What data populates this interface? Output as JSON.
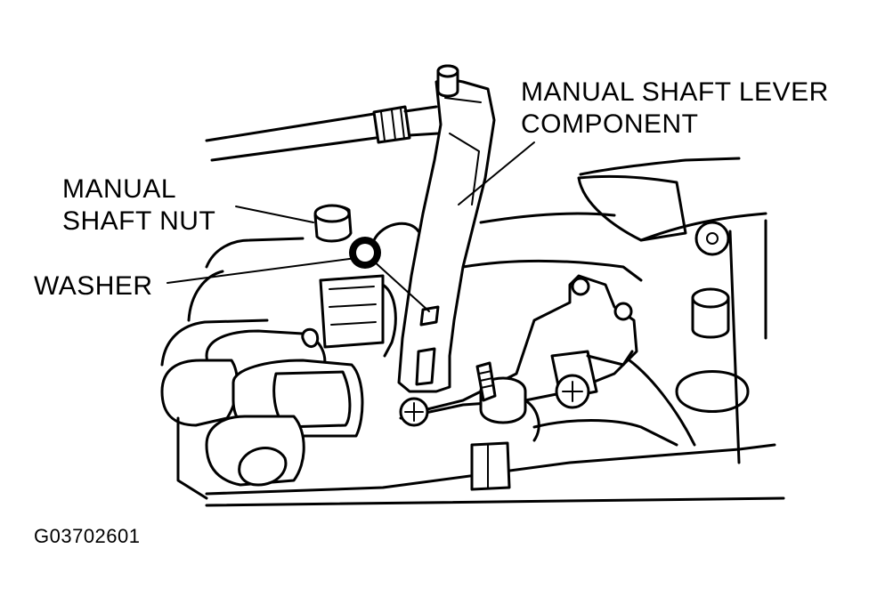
{
  "figure": {
    "labels": {
      "lever_line1": "MANUAL SHAFT LEVER",
      "lever_line2": "COMPONENT",
      "nut_line1": "MANUAL",
      "nut_line2": "SHAFT NUT",
      "washer": "WASHER"
    },
    "figure_code": "G03702601"
  }
}
